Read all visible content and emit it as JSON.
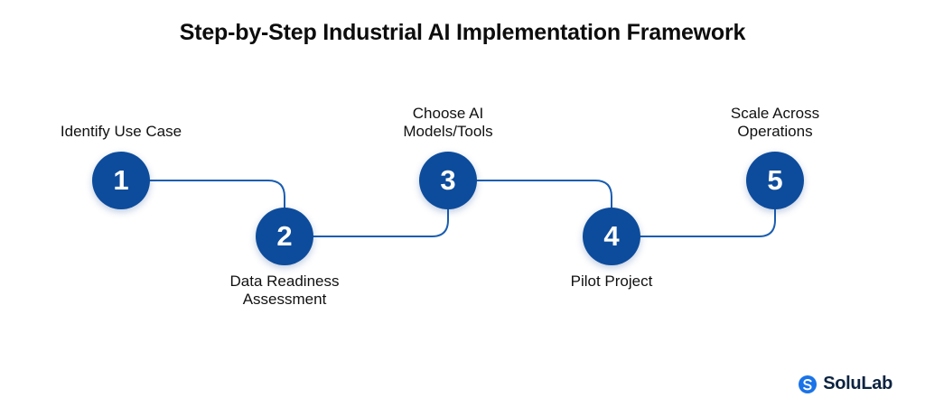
{
  "title": "Step-by-Step Industrial AI Implementation Framework",
  "steps": [
    {
      "number": "1",
      "label_lines": [
        "Identify Use Case"
      ]
    },
    {
      "number": "2",
      "label_lines": [
        "Data Readiness",
        "Assessment"
      ]
    },
    {
      "number": "3",
      "label_lines": [
        "Choose AI",
        "Models/Tools"
      ]
    },
    {
      "number": "4",
      "label_lines": [
        "Pilot Project"
      ]
    },
    {
      "number": "5",
      "label_lines": [
        "Scale Across",
        "Operations"
      ]
    }
  ],
  "brand": {
    "name": "SoluLab",
    "icon": "solulab-logo-icon"
  },
  "colors": {
    "circle": "#0d4c9c",
    "connector": "#1a5db0",
    "brand_dark": "#0c2340",
    "brand_accent": "#1a73e8"
  }
}
